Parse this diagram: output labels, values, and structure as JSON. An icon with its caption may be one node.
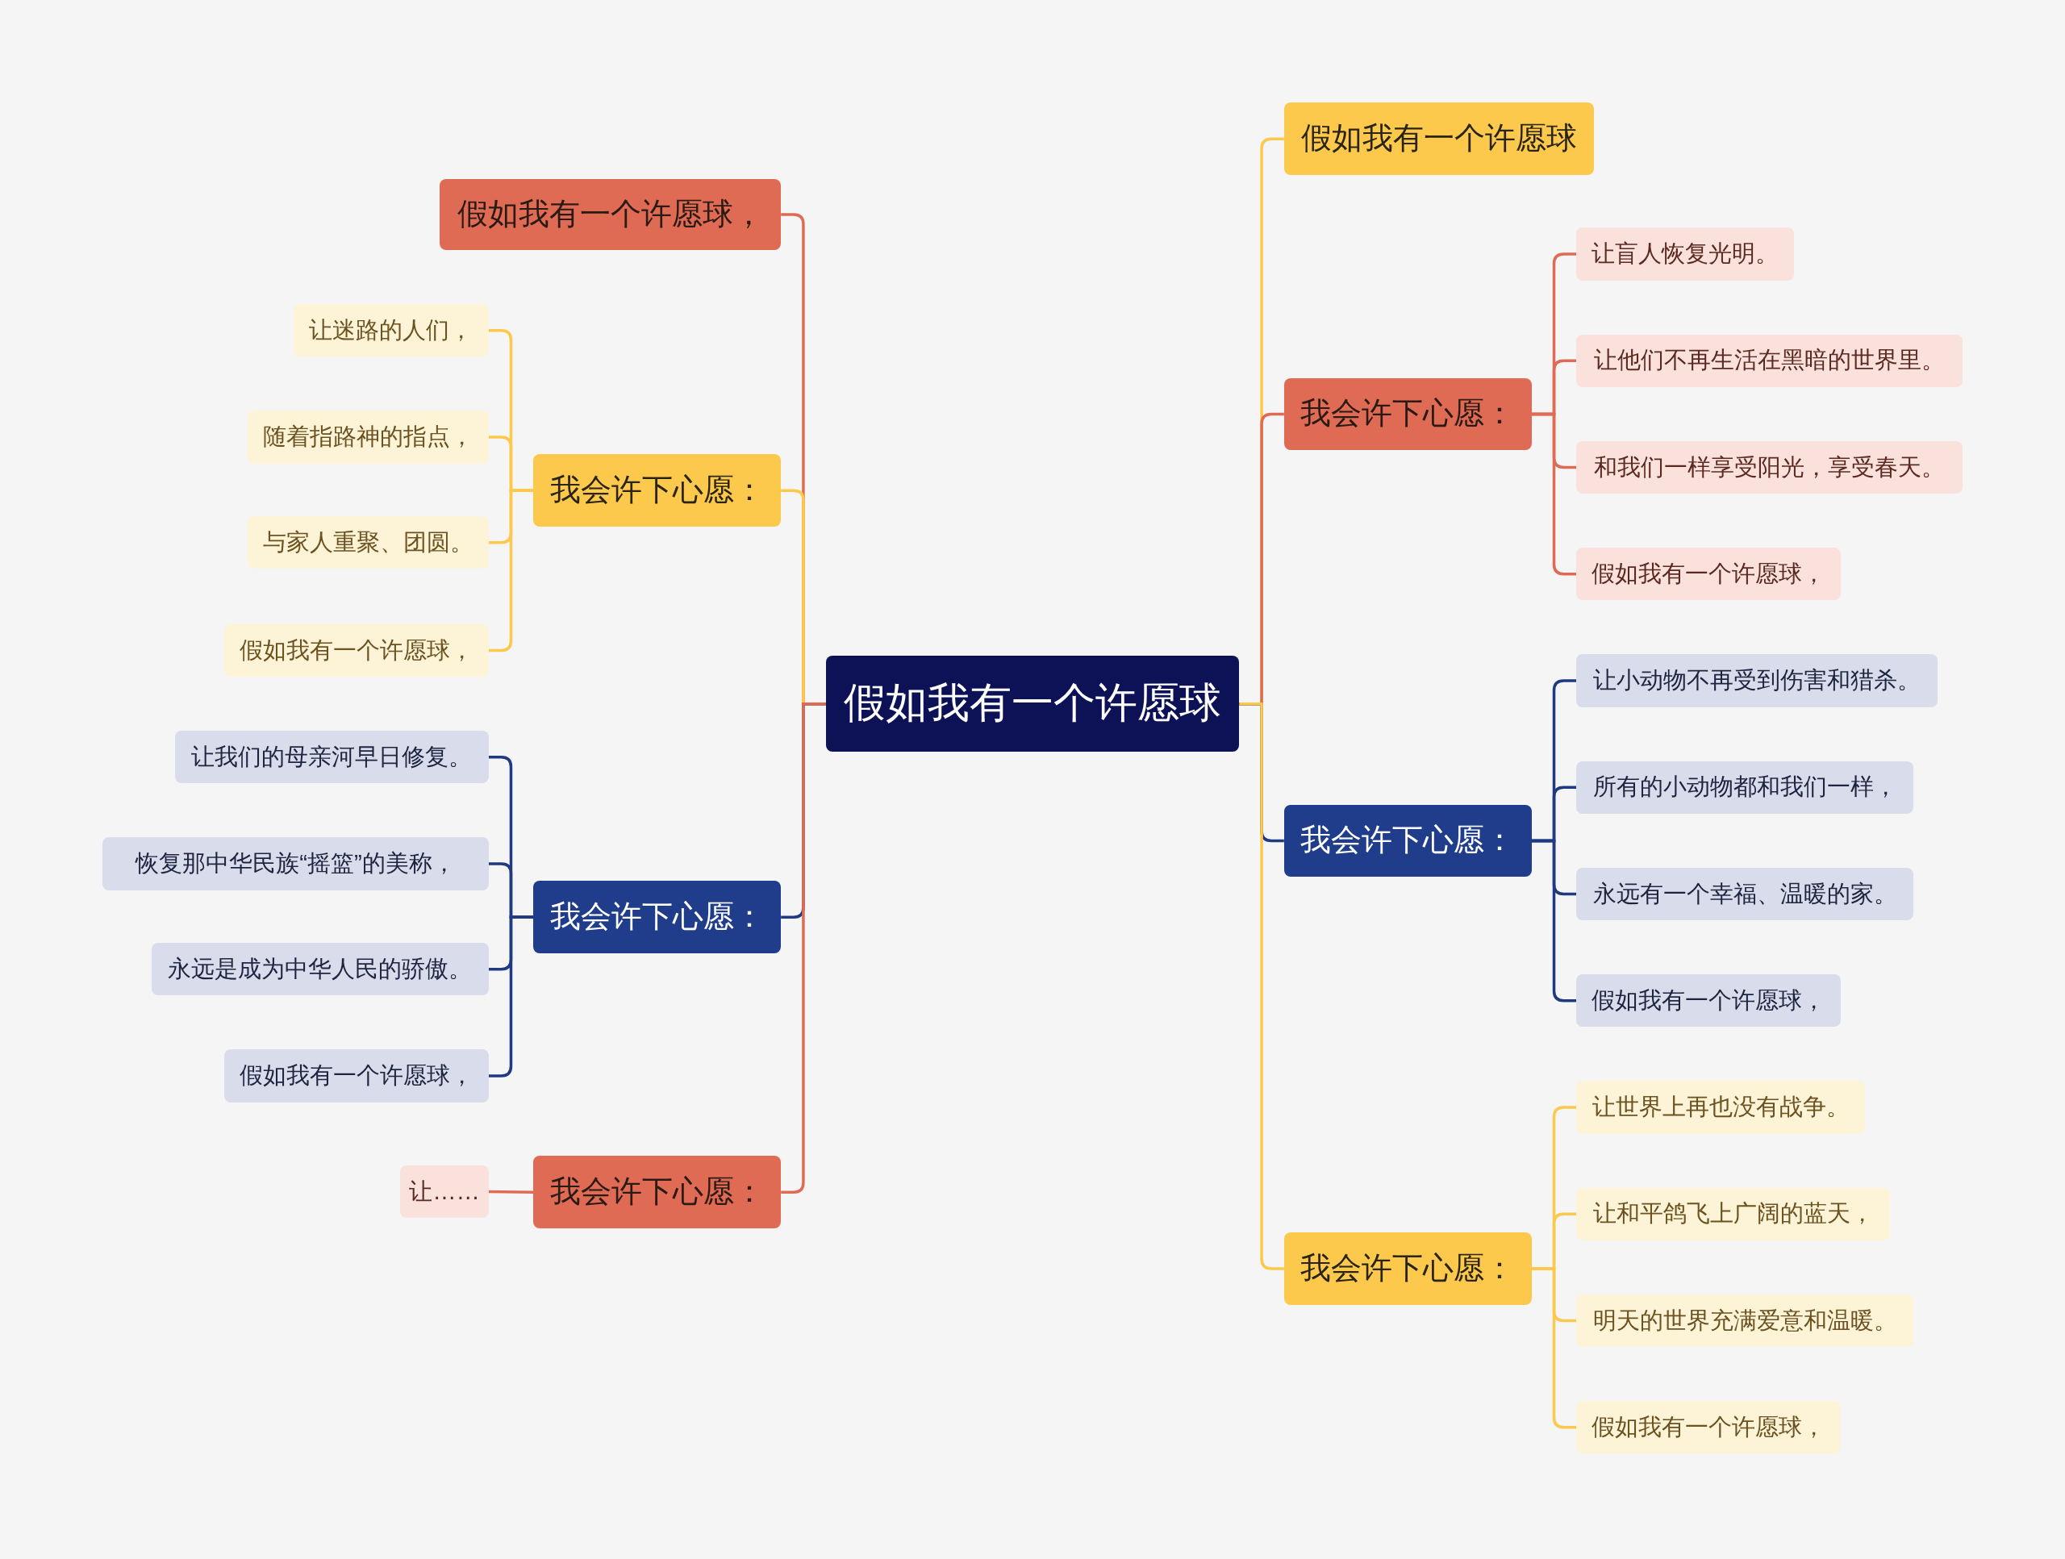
{
  "diagram": {
    "nodes": [
      {
        "text": [
          "假如我有一个许愿球"
        ]
      },
      {
        "text": [
          "假如我有一个许愿球，"
        ]
      },
      {
        "text": [
          "我会许下心愿："
        ]
      },
      {
        "text": [
          "让迷路的人们，"
        ]
      },
      {
        "text": [
          "随着指路神的指点，"
        ]
      },
      {
        "text": [
          "与家人重聚、团圆。"
        ]
      },
      {
        "text": [
          "假如我有一个许愿球，"
        ]
      },
      {
        "text": [
          "我会许下心愿："
        ]
      },
      {
        "text": [
          "让我们的母亲河早日修复。"
        ]
      },
      {
        "text": [
          "恢复那中华民族“摇篮”的美称，"
        ]
      },
      {
        "text": [
          "永远是成为中华人民的骄傲。"
        ]
      },
      {
        "text": [
          "假如我有一个许愿球，"
        ]
      },
      {
        "text": [
          "我会许下心愿："
        ]
      },
      {
        "text": [
          "让……"
        ]
      },
      {
        "text": [
          "假如我有一个许愿球"
        ]
      },
      {
        "text": [
          "我会许下心愿："
        ]
      },
      {
        "text": [
          "让盲人恢复光明。"
        ]
      },
      {
        "text": [
          "让他们不再生活在黑暗的世界里。"
        ]
      },
      {
        "text": [
          "和我们一样享受阳光，享受春天。"
        ]
      },
      {
        "text": [
          "假如我有一个许愿球，"
        ]
      },
      {
        "text": [
          "我会许下心愿："
        ]
      },
      {
        "text": [
          "让小动物不再受到伤害和猎杀。"
        ]
      },
      {
        "text": [
          "所有的小动物都和我们一样，"
        ]
      },
      {
        "text": [
          "永远有一个幸福、温暖的家。"
        ]
      },
      {
        "text": [
          "假如我有一个许愿球，"
        ]
      },
      {
        "text": [
          "我会许下心愿："
        ]
      },
      {
        "text": [
          "让世界上再也没有战争。"
        ]
      },
      {
        "text": [
          "让和平鸽飞上广阔的蓝天，"
        ]
      },
      {
        "text": [
          "明天的世界充满爱意和温暖。"
        ]
      },
      {
        "text": [
          "假如我有一个许愿球，"
        ]
      }
    ],
    "edges": [
      {
        "from": 0,
        "to": 1,
        "arrow": "none",
        "color": "#e06b55"
      },
      {
        "from": 0,
        "to": 2,
        "arrow": "none"
      },
      {
        "from": 2,
        "to": 3,
        "arrow": "none"
      },
      {
        "from": 2,
        "to": 4,
        "arrow": "none"
      },
      {
        "from": 2,
        "to": 5,
        "arrow": "none"
      },
      {
        "from": 2,
        "to": 6,
        "arrow": "none"
      },
      {
        "from": 0,
        "to": 7,
        "arrow": "none",
        "color": "#1f3a80"
      },
      {
        "from": 7,
        "to": 8,
        "arrow": "none",
        "color": "#1f3a80"
      },
      {
        "from": 7,
        "to": 9,
        "arrow": "none",
        "color": "#1f3a80"
      },
      {
        "from": 7,
        "to": 10,
        "arrow": "none",
        "color": "#1f3a80"
      },
      {
        "from": 7,
        "to": 11,
        "arrow": "none",
        "color": "#1f3a80"
      },
      {
        "from": 0,
        "to": 12,
        "arrow": "none",
        "color": "#e06b55"
      },
      {
        "from": 12,
        "to": 13,
        "arrow": "none",
        "color": "#e06b55"
      },
      {
        "from": 0,
        "to": 14,
        "arrow": "none"
      },
      {
        "from": 0,
        "to": 15,
        "arrow": "none",
        "color": "#e06b55"
      },
      {
        "from": 15,
        "to": 16,
        "arrow": "none",
        "color": "#e06b55"
      },
      {
        "from": 15,
        "to": 17,
        "arrow": "none",
        "color": "#e06b55"
      },
      {
        "from": 15,
        "to": 18,
        "arrow": "none",
        "color": "#e06b55"
      },
      {
        "from": 15,
        "to": 19,
        "arrow": "none",
        "color": "#e06b55"
      },
      {
        "from": 0,
        "to": 20,
        "arrow": "none",
        "color": "#1f3a80"
      },
      {
        "from": 20,
        "to": 21,
        "arrow": "none",
        "color": "#1f3a80"
      },
      {
        "from": 20,
        "to": 22,
        "arrow": "none",
        "color": "#1f3a80"
      },
      {
        "from": 20,
        "to": 23,
        "arrow": "none",
        "color": "#1f3a80"
      },
      {
        "from": 20,
        "to": 24,
        "arrow": "none",
        "color": "#1f3a80"
      },
      {
        "from": 0,
        "to": 25,
        "arrow": "none"
      },
      {
        "from": 25,
        "to": 26,
        "arrow": "none"
      },
      {
        "from": 25,
        "to": 27,
        "arrow": "none"
      },
      {
        "from": 25,
        "to": 28,
        "arrow": "none"
      },
      {
        "from": 25,
        "to": 29,
        "arrow": "none"
      }
    ]
  }
}
